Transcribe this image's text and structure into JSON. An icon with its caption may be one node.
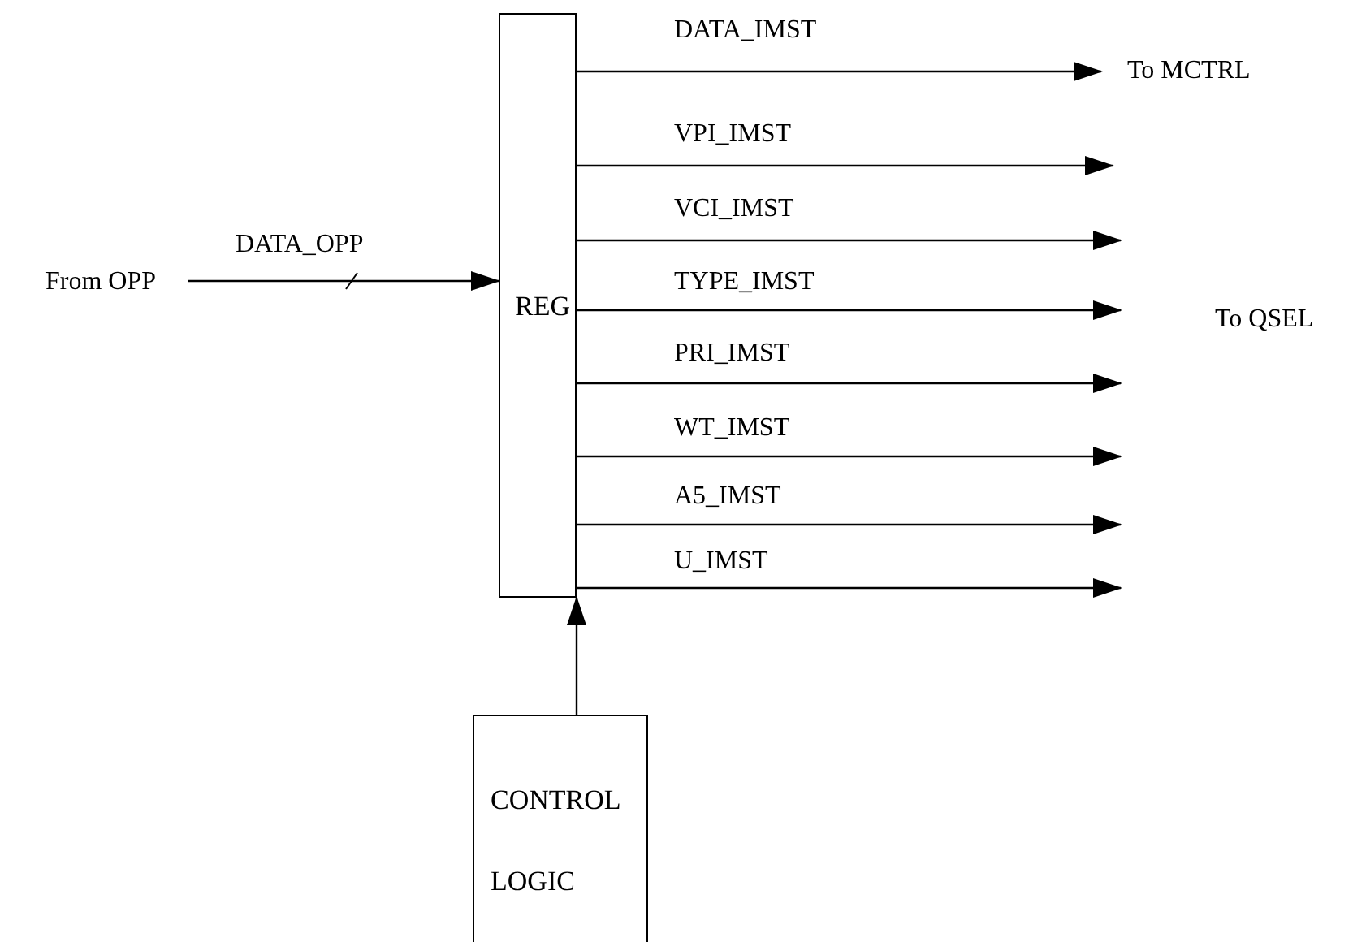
{
  "diagram": {
    "nodes": [
      {
        "text": [
          "From OPP"
        ]
      },
      {
        "text": [
          "REG"
        ]
      },
      {
        "text": [
          "CONTROL LOGIC"
        ]
      },
      {
        "text": [
          "To MCTRL"
        ]
      }
    ],
    "edges": [
      {
        "from": 0,
        "to": 1,
        "arrow": "to",
        "label": "DATA_OPP"
      },
      {
        "from": 2,
        "to": 1,
        "arrow": "to"
      },
      {
        "from": 1,
        "to": 3,
        "arrow": "to",
        "label": "DATA_IMST"
      },
      {
        "from": 1,
        "to": null,
        "arrow": "to",
        "label": "VPI_IMST"
      },
      {
        "from": 1,
        "to": null,
        "arrow": "to",
        "label": "VCI_IMST"
      },
      {
        "from": 1,
        "to": null,
        "arrow": "to",
        "label": "TYPE_IMST"
      },
      {
        "from": 1,
        "to": null,
        "arrow": "to",
        "label": "PRI_IMST"
      },
      {
        "from": 1,
        "to": null,
        "arrow": "to",
        "label": "WT_IMST"
      },
      {
        "from": 1,
        "to": null,
        "arrow": "to",
        "label": "A5_IMST"
      },
      {
        "from": 1,
        "to": null,
        "arrow": "to",
        "label": "U_IMST"
      }
    ],
    "labels": [
      "To QSEL"
    ]
  }
}
